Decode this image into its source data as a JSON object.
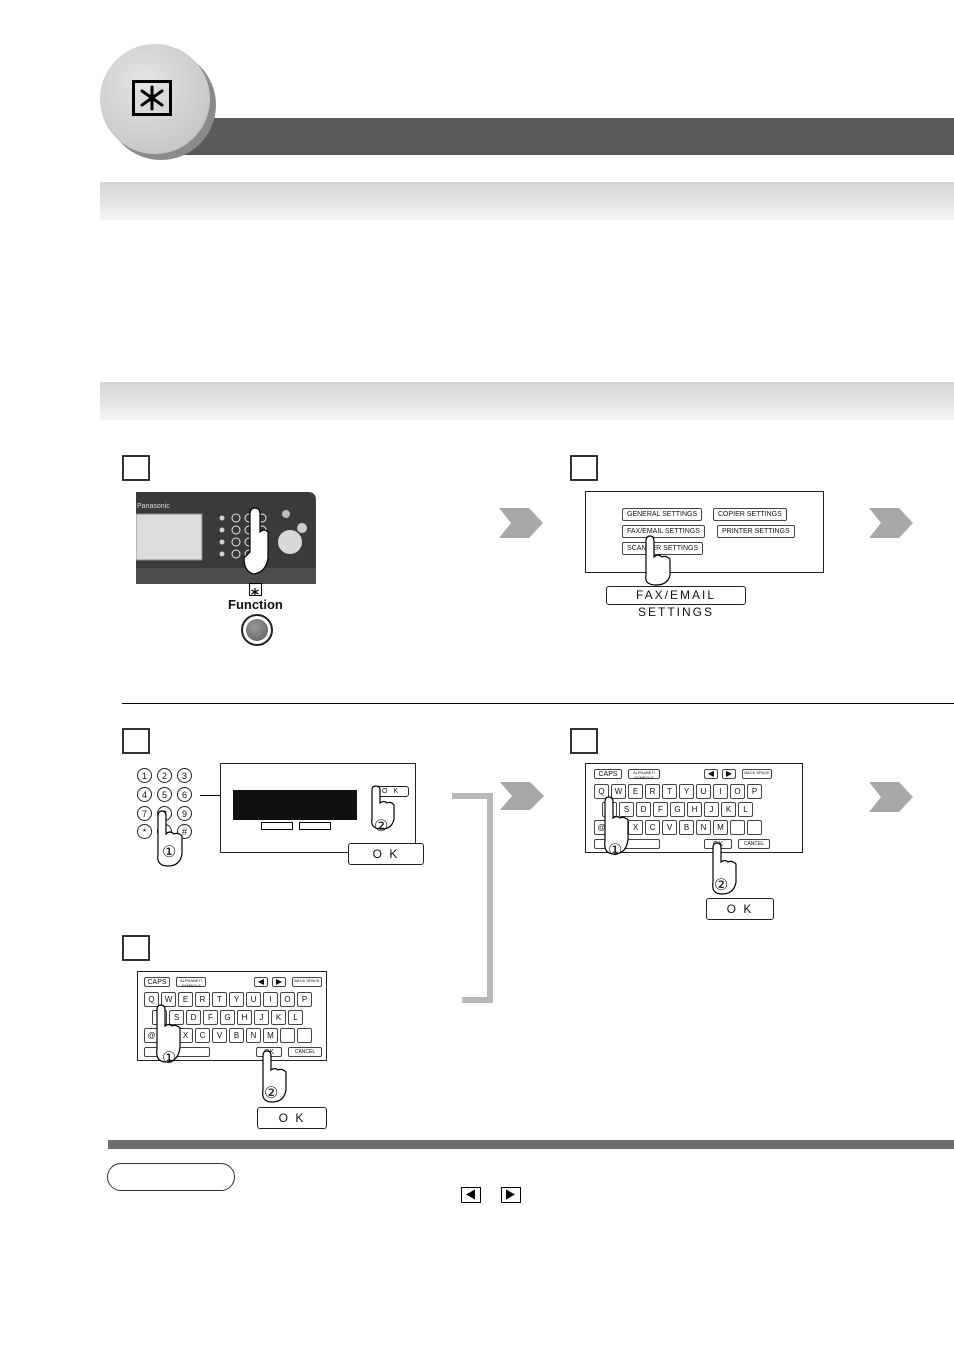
{
  "header": {
    "icon": "asterisk-function-icon"
  },
  "panel": {
    "brand": "Panasonic",
    "function_label": "Function"
  },
  "step2": {
    "menu": [
      "GENERAL SETTINGS",
      "COPIER SETTINGS",
      "FAX/EMAIL SETTINGS",
      "PRINTER SETTINGS",
      "SCANNER SETTINGS"
    ],
    "callout": "FAX/EMAIL SETTINGS"
  },
  "step3": {
    "keypad": [
      "1",
      "2",
      "3",
      "4",
      "5",
      "6",
      "7",
      "8",
      "9",
      "*",
      "0",
      "#"
    ],
    "ok_label": "O K",
    "callout_ok": "O K",
    "marker_1": "①",
    "marker_2": "②"
  },
  "keyboard": {
    "caps": "CAPS",
    "alnum": "ALPHABET/ SYMBOLS",
    "back_space": "BACK SPACE",
    "row1": [
      "Q",
      "W",
      "E",
      "R",
      "T",
      "Y",
      "U",
      "I",
      "O",
      "P"
    ],
    "row2": [
      "A",
      "S",
      "D",
      "F",
      "G",
      "H",
      "J",
      "K",
      "L"
    ],
    "row3": [
      "@",
      "Z",
      "X",
      "C",
      "V",
      "B",
      "N",
      "M"
    ],
    "ok": "OK",
    "cancel": "CANCEL",
    "callout_ok": "O K",
    "marker_1": "①",
    "marker_2": "②"
  },
  "colors": {
    "header_band": "#5a5a5a",
    "arrow": "#a8a8a8",
    "bottom_bar": "#6e6e6e"
  }
}
